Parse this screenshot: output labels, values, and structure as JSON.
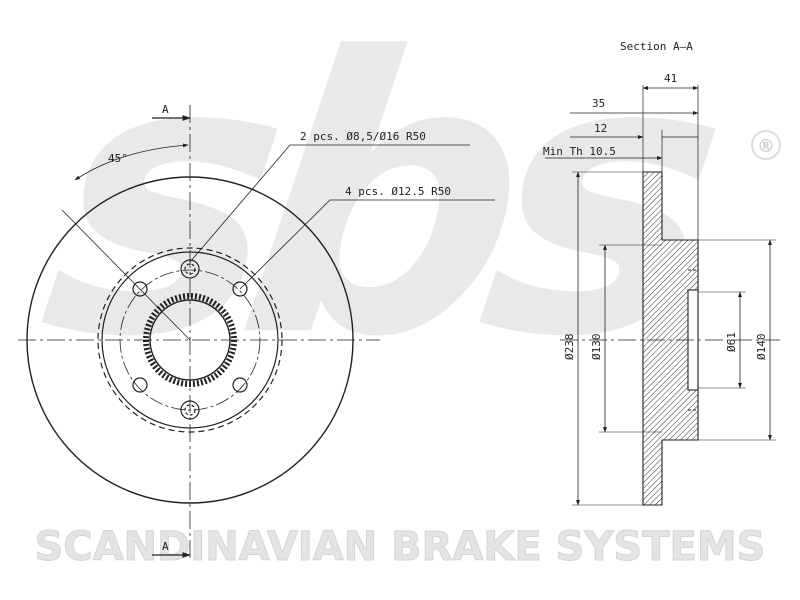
{
  "watermark": {
    "brand_mark": "sbs",
    "registered_symbol": "®",
    "company_name": "SCANDINAVIAN BRAKE SYSTEMS"
  },
  "front_view": {
    "section_marker_top": "A",
    "section_marker_bottom": "A",
    "angle_label": "45°",
    "callout_small_holes": "2 pcs. Ø8,5/Ø16 R50",
    "callout_large_holes": "4 pcs. Ø12.5 R50"
  },
  "section_view": {
    "title": "Section A–A",
    "dim_41": "41",
    "dim_35": "35",
    "dim_12": "12",
    "min_thickness": "Min Th 10.5",
    "dim_238": "Ø238",
    "dim_130": "Ø130",
    "dim_61": "Ø61",
    "dim_140": "Ø140"
  }
}
